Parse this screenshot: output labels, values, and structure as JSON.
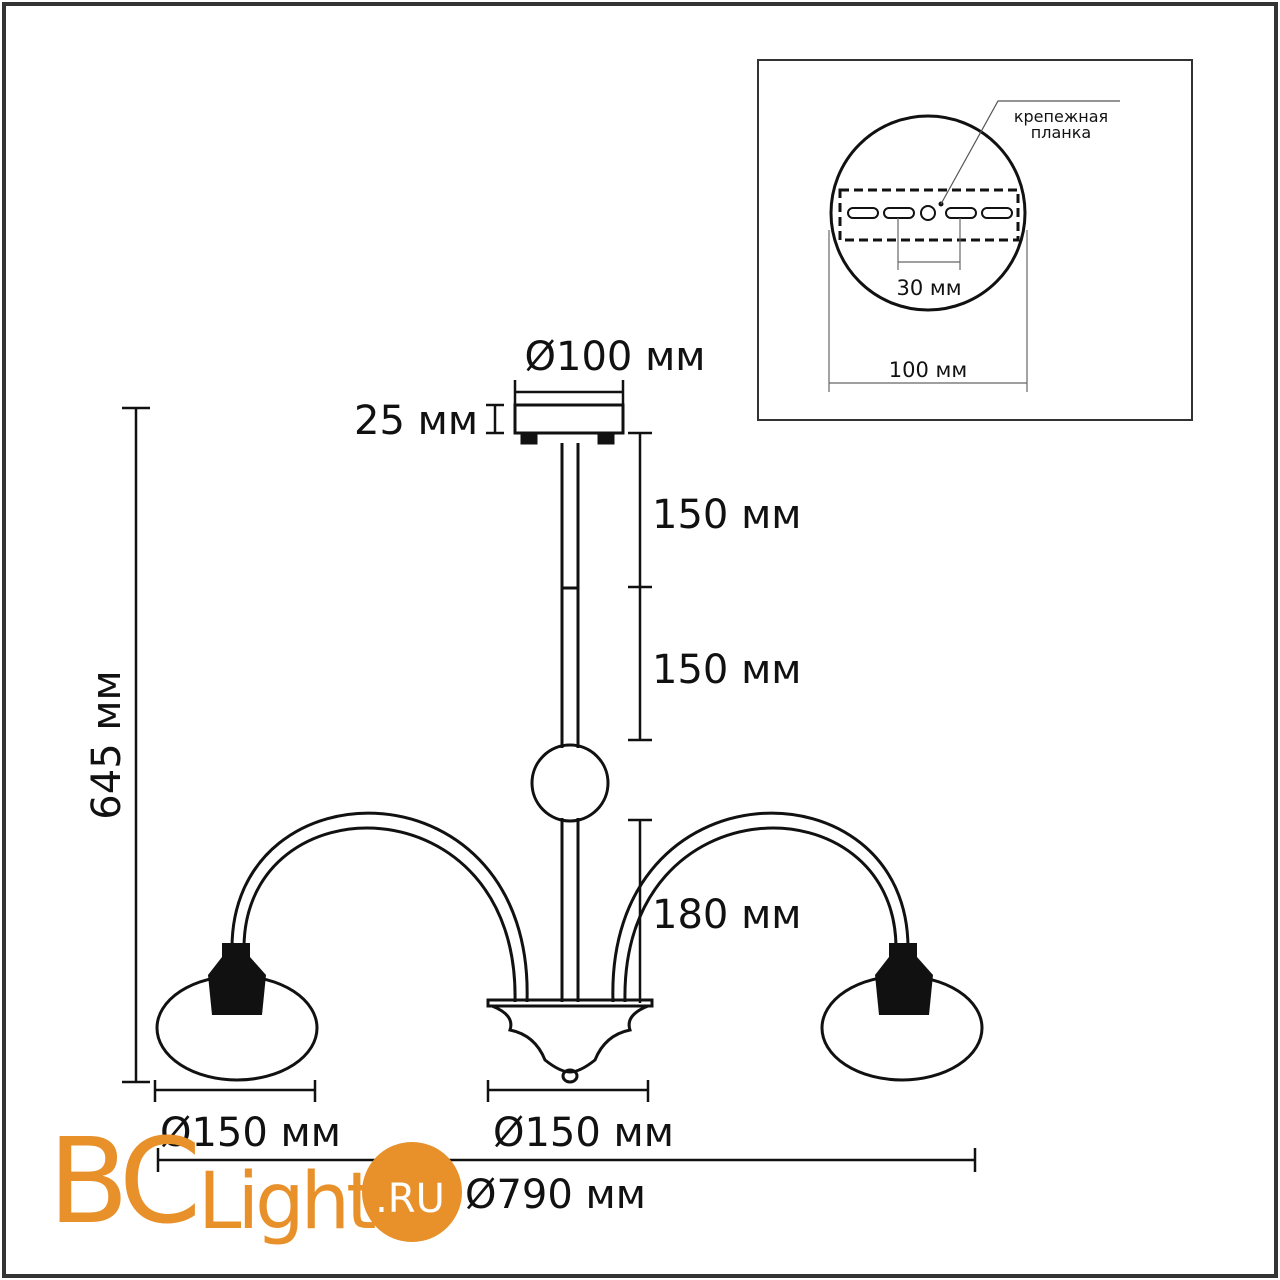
{
  "dimensions": {
    "canopy_diameter": "Ø100 мм",
    "canopy_height": "25 мм",
    "rod_segment_1": "150 мм",
    "rod_segment_2": "150 мм",
    "arm_height": "180 мм",
    "total_height": "645 мм",
    "shade_diameter": "Ø150 мм",
    "bowl_diameter": "Ø150 мм",
    "total_diameter": "Ø790 мм"
  },
  "inset": {
    "label_line1": "крепежная",
    "label_line2": "планка",
    "hole_spacing": "30 мм",
    "plate_diameter": "100 мм"
  },
  "logo": {
    "part1": "BC",
    "part2": "Light",
    "part3": ".RU",
    "color": "#E8902A"
  }
}
